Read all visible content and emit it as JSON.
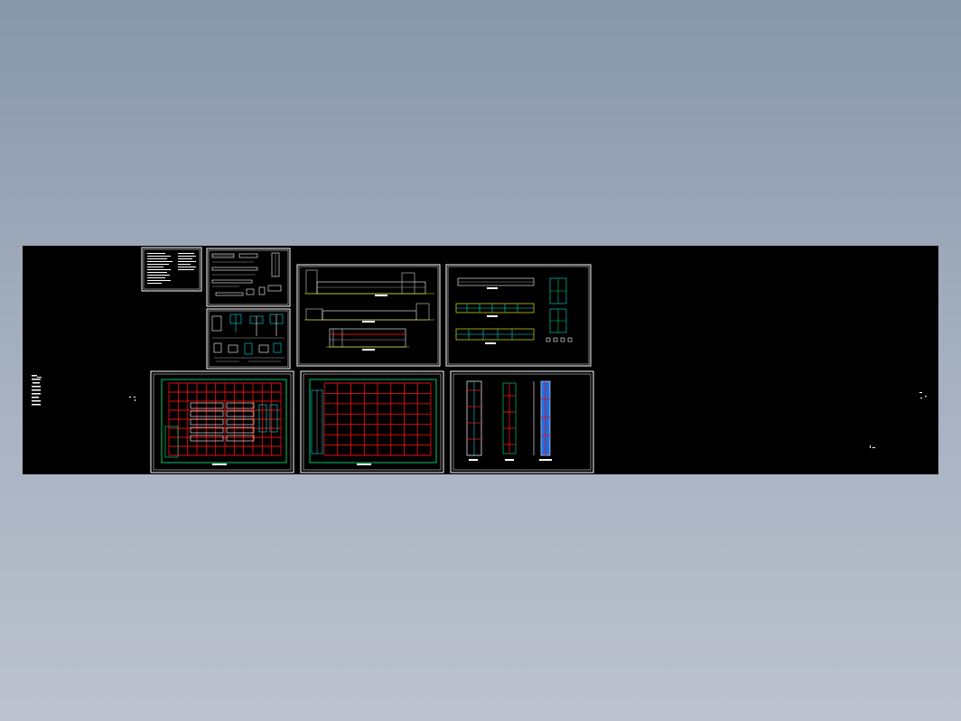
{
  "window": {
    "background_top": "#8796aa",
    "background_bottom": "#bcc2cf"
  },
  "viewport": {
    "background": "#000000"
  },
  "colors": {
    "frame": "#ffffff",
    "grid_axis": "#e01010",
    "wall": "#00c86a",
    "annotation": "#00e0e0",
    "dimension": "#e6e600",
    "highlight_fill": "#1e6ee6"
  },
  "sheets": [
    {
      "name": "design-notes-sheet"
    },
    {
      "name": "detail-sheet-top"
    },
    {
      "name": "detail-sheet-bottom"
    },
    {
      "name": "elevations-sheet"
    },
    {
      "name": "sections-sheet"
    },
    {
      "name": "ground-floor-plan-sheet"
    },
    {
      "name": "roof-plan-sheet"
    },
    {
      "name": "stair-detail-sheet"
    }
  ]
}
